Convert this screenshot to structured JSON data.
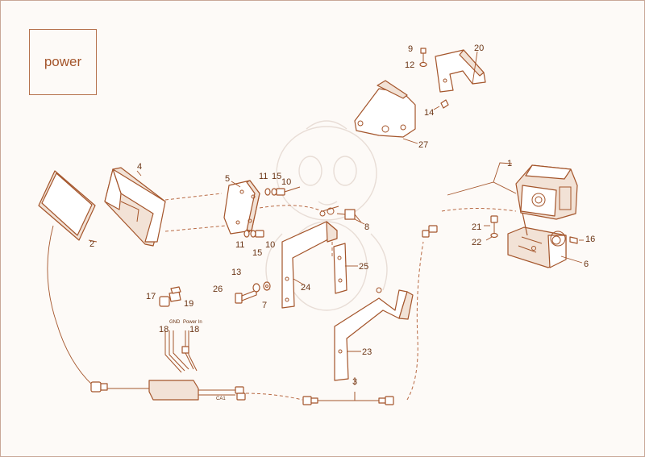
{
  "title": {
    "label": "power"
  },
  "callouts": [
    "1",
    "2",
    "3",
    "4",
    "5",
    "6",
    "7",
    "8",
    "9",
    "10",
    "10",
    "11",
    "11",
    "12",
    "13",
    "14",
    "15",
    "15",
    "16",
    "17",
    "18",
    "18",
    "19",
    "20",
    "21",
    "22",
    "23",
    "24",
    "25",
    "26",
    "27"
  ],
  "wire_labels": [
    "GND",
    "Power In",
    "CA1"
  ],
  "colors": {
    "line": "#a4552b",
    "background": "#fdfaf7",
    "frame": "#c9a898"
  }
}
